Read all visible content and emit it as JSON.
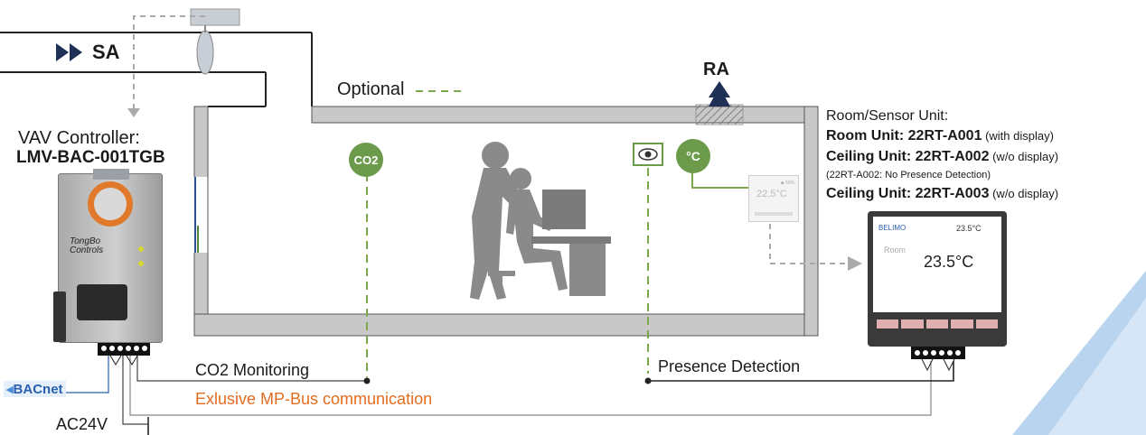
{
  "labels": {
    "sa": "SA",
    "ra": "RA",
    "optional": "Optional",
    "vav_title": "VAV Controller:",
    "vav_model": "LMV-BAC-001TGB",
    "controller_brand_line1": "TongBo",
    "controller_brand_line2": "Controls",
    "co2_badge": "CO2",
    "temp_badge": "°C",
    "co2_monitoring": "CO2 Monitoring",
    "mpbus": "Exlusive MP-Bus communication",
    "presence": "Presence Detection",
    "ac24v": "AC24V",
    "bacnet": "BACnet"
  },
  "room_unit": {
    "title": "Room/Sensor Unit:",
    "line1_bold": "Room Unit:  22RT-A001",
    "line1_note": " (with display)",
    "line2_bold": "Ceiling Unit: 22RT-A002",
    "line2_note": " (w/o display)",
    "line3_note": "(22RT-A002: No Presence Detection)",
    "line4_bold": "Ceiling Unit: 22RT-A003",
    "line4_note": " (w/o display)"
  },
  "small_sensor": {
    "reading": "22,5°C",
    "top_text": "◆ 50%"
  },
  "display_unit": {
    "brand": "BELIMO",
    "top_reading": "23.5°C",
    "room_label": "Room",
    "main_reading": "23.5°C"
  },
  "colors": {
    "wall": "#c8c8c8",
    "wall_border": "#555555",
    "green_dashed": "#7aa84a",
    "badge_green": "#6b9a4a",
    "orange": "#e36c1e",
    "arrow_navy": "#1f2f55",
    "grey_arrow": "#aaaaaa",
    "accent_blue": "#9ec3e6"
  },
  "icons": [
    "double-arrow-icon",
    "eye-icon",
    "person-silhouette-icon",
    "hatch-grille-icon"
  ]
}
